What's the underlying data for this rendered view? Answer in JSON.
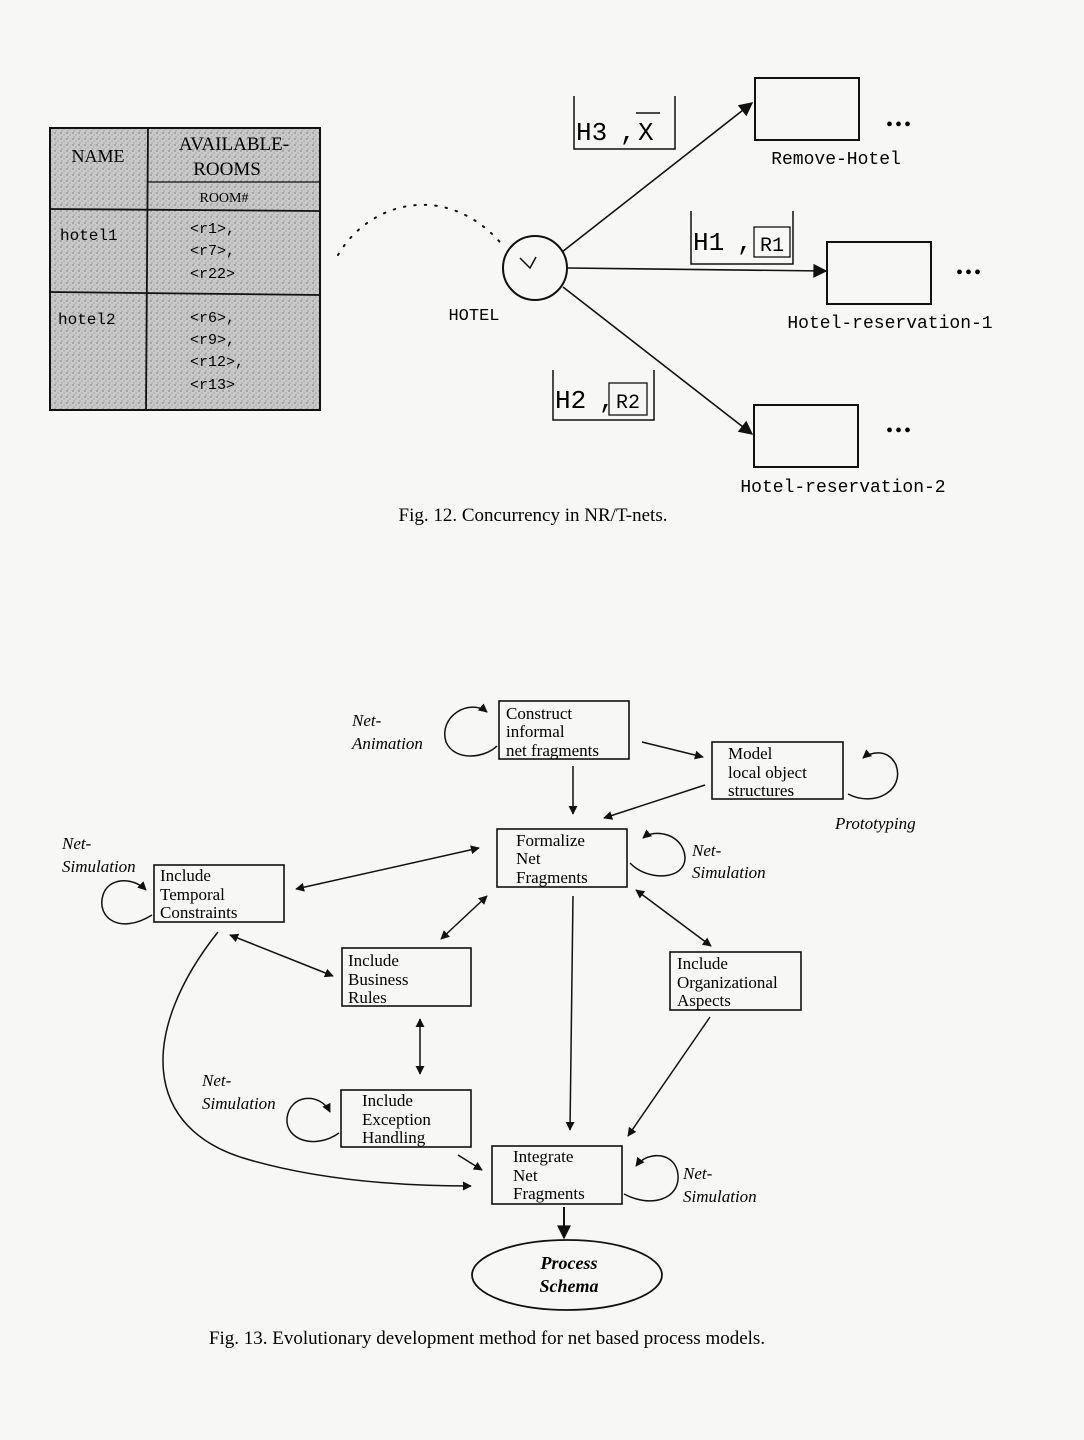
{
  "fig12": {
    "table": {
      "header_name": "NAME",
      "header_available": [
        "AVAILABLE-",
        "ROOMS"
      ],
      "header_room": "ROOM#",
      "rows": [
        {
          "name": "hotel1",
          "rooms": [
            "<r1>,",
            "<r7>,",
            "<r22>"
          ]
        },
        {
          "name": "hotel2",
          "rooms": [
            "<r6>,",
            "<r9>,",
            "<r12>,",
            "<r13>"
          ]
        }
      ]
    },
    "place_label": "HOTEL",
    "arc_labels": {
      "top": {
        "var": "H3",
        "sep": ",",
        "sub": "X"
      },
      "middle": {
        "var": "H1",
        "sep": ",",
        "sub": "R1"
      },
      "bottom": {
        "var": "H2",
        "sep": ",",
        "sub": "R2"
      }
    },
    "transitions": [
      "Remove-Hotel",
      "Hotel-reservation-1",
      "Hotel-reservation-2"
    ],
    "ellipsis": "•••",
    "caption": "Fig. 12. Concurrency in NR/T-nets."
  },
  "fig13": {
    "boxes": {
      "construct": [
        "Construct",
        "informal",
        "net fragments"
      ],
      "model": [
        "Model",
        "local object",
        "structures"
      ],
      "formalize": [
        "Formalize",
        "Net",
        "Fragments"
      ],
      "temporal": [
        "Include",
        "Temporal",
        "Constraints"
      ],
      "business": [
        "Include",
        "Business",
        "Rules"
      ],
      "organizational": [
        "Include",
        "Organizational",
        "Aspects"
      ],
      "exception": [
        "Include",
        "Exception",
        "Handling"
      ],
      "integrate": [
        "Integrate",
        "Net",
        "Fragments"
      ]
    },
    "process_schema": [
      "Process",
      "Schema"
    ],
    "loop_labels": {
      "net_animation": [
        "Net-",
        "Animation"
      ],
      "prototyping": [
        "Prototyping"
      ],
      "sim_formalize": [
        "Net-",
        "Simulation"
      ],
      "sim_temporal": [
        "Net-",
        "Simulation"
      ],
      "sim_exception": [
        "Net-",
        "Simulation"
      ],
      "sim_integrate": [
        "Net-",
        "Simulation"
      ]
    },
    "caption": "Fig. 13. Evolutionary development method for net based process models."
  }
}
